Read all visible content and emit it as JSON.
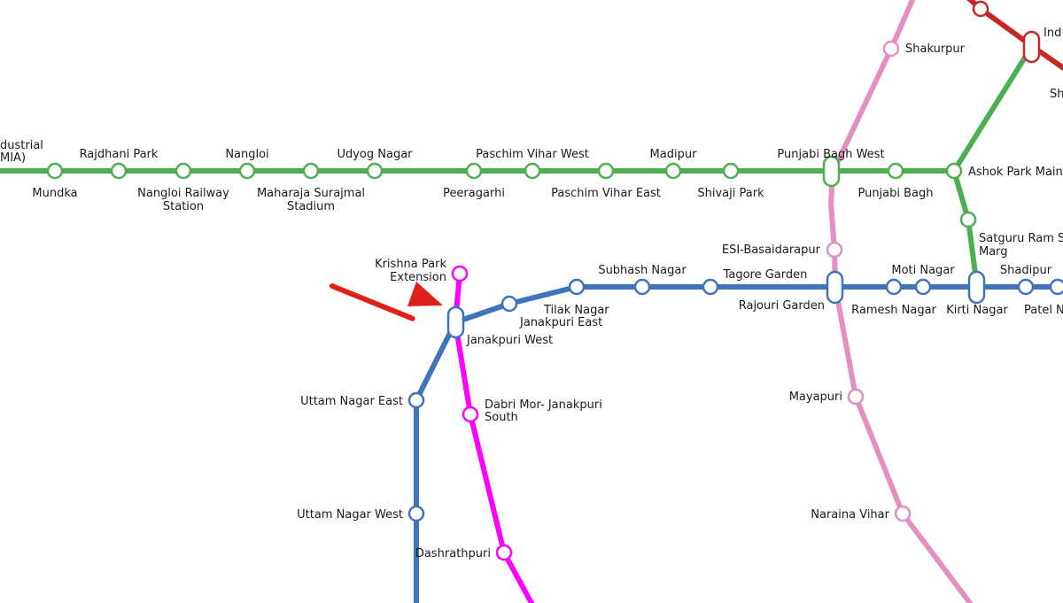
{
  "lines": {
    "green": {
      "color": "#4caf50"
    },
    "blue": {
      "color": "#3f74b8"
    },
    "pink": {
      "color": "#e390c1"
    },
    "magenta": {
      "color": "#ff00ff"
    },
    "red": {
      "color": "#c62828"
    }
  },
  "labels": {
    "industrial_1": "dustrial",
    "industrial_2": "MIA)",
    "mundka": "Mundka",
    "rajdhani_park": "Rajdhani Park",
    "nangloi_railway_1": "Nangloi Railway",
    "nangloi_railway_2": "Station",
    "nangloi": "Nangloi",
    "maharaja_1": "Maharaja Surajmal",
    "maharaja_2": "Stadium",
    "udyog_nagar": "Udyog Nagar",
    "peeragarhi": "Peeragarhi",
    "paschim_vihar_west": "Paschim Vihar West",
    "paschim_vihar_east": "Paschim Vihar East",
    "madipur": "Madipur",
    "shivaji_park": "Shivaji Park",
    "punjabi_bagh_west": "Punjabi Bagh West",
    "punjabi_bagh": "Punjabi Bagh",
    "ashok_park_main": "Ashok Park Main",
    "shakurpur": "Shakurpur",
    "indo": "Ind",
    "sh": "Sh",
    "krishna_park_1": "Krishna Park",
    "krishna_park_2": "Extension",
    "janakpuri_west": "Janakpuri West",
    "tilak_nagar": "Tilak Nagar",
    "janakpuri_east": "Janakpuri East",
    "subhash_nagar": "Subhash Nagar",
    "tagore_garden": "Tagore Garden",
    "esi": "ESI-Basaidarapur",
    "rajouri_garden": "Rajouri Garden",
    "moti_nagar": "Moti Nagar",
    "ramesh_nagar": "Ramesh Nagar",
    "satguru_1": "Satguru Ram S",
    "satguru_2": "Marg",
    "kirti_nagar": "Kirti Nagar",
    "shadipur": "Shadipur",
    "patel_nagar": "Patel N",
    "uttam_nagar_east": "Uttam Nagar East",
    "dabri_mor_1": "Dabri Mor- Janakpuri",
    "dabri_mor_2": "South",
    "mayapuri": "Mayapuri",
    "uttam_nagar_west": "Uttam Nagar West",
    "naraina_vihar": "Naraina Vihar",
    "dashrathpuri": "Dashrathpuri"
  },
  "pointer": {
    "color": "#e0201c",
    "icon": "arrow-icon"
  }
}
